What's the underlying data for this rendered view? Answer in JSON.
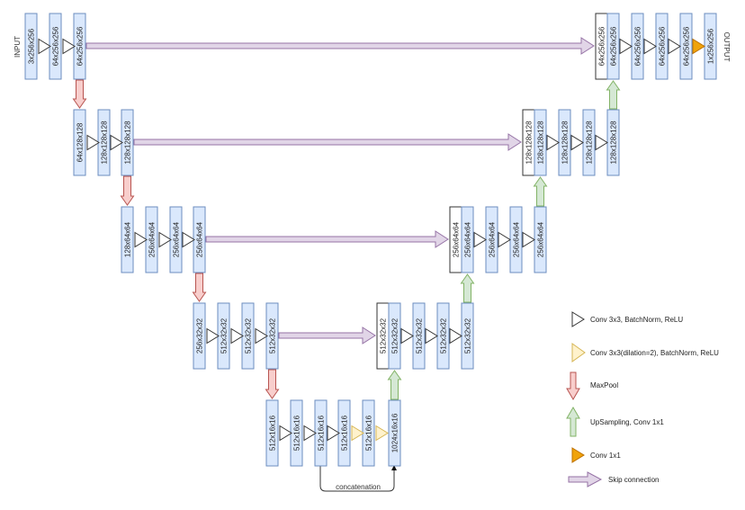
{
  "labels": {
    "input": "INPUT",
    "output": "OUTPUT",
    "concatenation": "concatenation"
  },
  "colors": {
    "block_fill": "#dae8fc",
    "block_stroke": "#6c8ebf",
    "concat_fill": "#ffffff",
    "concat_stroke": "#333333",
    "conv_fill": "#ffffff",
    "conv_stroke": "#333333",
    "dilated_fill": "#fff2cc",
    "dilated_stroke": "#d6b656",
    "maxpool_fill": "#f8cecc",
    "maxpool_stroke": "#b85450",
    "upsample_fill": "#d5e8d4",
    "upsample_stroke": "#82b366",
    "conv1x1_fill": "#f0a30a",
    "conv1x1_stroke": "#bd7000",
    "skip_fill": "#e1d5e7",
    "skip_stroke": "#9673a6"
  },
  "encoder": [
    [
      "3x256x256",
      "64x256x256",
      "64x256x256"
    ],
    [
      "64x128x128",
      "128x128x128",
      "128x128x128"
    ],
    [
      "128x64x64",
      "256x64x64",
      "256x64x64",
      "256x64x64"
    ],
    [
      "256x32x32",
      "512x32x32",
      "512x32x32",
      "512x32x32"
    ]
  ],
  "bottleneck": [
    "512x16x16",
    "512x16x16",
    "512x16x16",
    "512x16x16",
    "512x16x16",
    "1024x16x16"
  ],
  "decoder": [
    {
      "concat": "512x32x32",
      "blocks": [
        "512x32x32",
        "512x32x32",
        "512x32x32",
        "512x32x32"
      ]
    },
    {
      "concat": "256x64x64",
      "blocks": [
        "256x64x64",
        "256x64x64",
        "256x64x64",
        "256x64x64"
      ]
    },
    {
      "concat": "128x128x128",
      "blocks": [
        "128x128x128",
        "128x128x128",
        "128x128x128",
        "128x128x128"
      ]
    },
    {
      "concat": "64x256x256",
      "blocks": [
        "64x256x256",
        "64x256x256",
        "64x256x256",
        "64x256x256",
        "1x256x256"
      ]
    }
  ],
  "legend": [
    {
      "icon": "conv-triangle-icon",
      "label": "Conv 3x3, BatchNorm, ReLU"
    },
    {
      "icon": "dilated-conv-triangle-icon",
      "label": "Conv 3x3(dilation=2), BatchNorm, ReLU"
    },
    {
      "icon": "maxpool-arrow-icon",
      "label": "MaxPool"
    },
    {
      "icon": "upsampling-arrow-icon",
      "label": "UpSampling, Conv 1x1"
    },
    {
      "icon": "conv1x1-triangle-icon",
      "label": "Conv 1x1"
    },
    {
      "icon": "skip-connection-arrow-icon",
      "label": "Skip connection"
    }
  ]
}
